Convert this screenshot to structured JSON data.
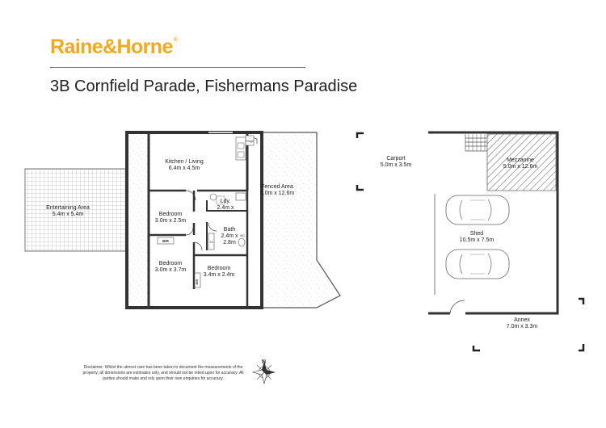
{
  "brand": {
    "name": "Raine&Horne",
    "mark": "®",
    "color": "#f5a81c"
  },
  "address": "3B Cornfield Parade, Fishermans Paradise",
  "rooms": {
    "kitchen": {
      "name": "Kitchen / Living",
      "size": "6.4m x 4.5m"
    },
    "entertaining": {
      "name": "Entertaining Area",
      "size": "5.4m x 5.4m"
    },
    "bedroom1": {
      "name": "Bedroom",
      "size": "3.0m x 2.5m"
    },
    "bedroom2": {
      "name": "Bedroom",
      "size": "3.0m x 3.7m"
    },
    "bedroom3": {
      "name": "Bedroom",
      "size": "3.4m x 2.4m"
    },
    "laundry": {
      "name": "Ldy.",
      "size": "2.4m x"
    },
    "bath": {
      "name": "Bath",
      "size": "2.4m x",
      "size2": "2.8m"
    },
    "fenced": {
      "name": "Fenced Area",
      "size": "5.0m x 12.6m"
    },
    "carport": {
      "name": "Carport",
      "size": "5.0m x 3.5m"
    },
    "mezzanine": {
      "name": "Mezzanine",
      "size": "5.0m x 12.6m"
    },
    "shed": {
      "name": "Shed",
      "size": "10.5m x 7.5m"
    },
    "annex": {
      "name": "Annex",
      "size": "7.0m x 3.3m"
    }
  },
  "fixtures": {
    "bir": "BIR",
    "fridge": "Fridge",
    "wc": "WC",
    "sh": "Sh"
  },
  "compass": {
    "north": "N"
  },
  "disclaimer": "Disclaimer: Whilst the utmost care has been taken to document the measurements of the property, all dimensions are estimates only, and should not be relied upon for accuracy. All parties should make and rely upon their own enquiries for accuracy."
}
